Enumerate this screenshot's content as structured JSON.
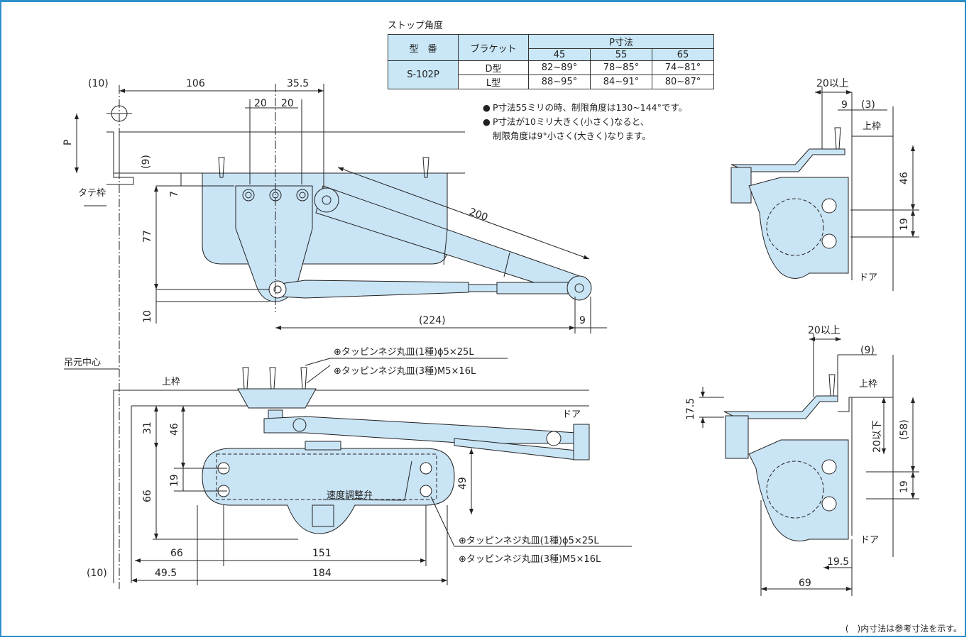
{
  "stop_angle_table": {
    "title": "ストップ角度",
    "col_model": "型　番",
    "col_bracket": "ブラケット",
    "col_p": "P寸法",
    "p_values": [
      "45",
      "55",
      "65"
    ],
    "model": "S-102P",
    "rows": [
      {
        "bracket": "D型",
        "values": [
          "82~89°",
          "78~85°",
          "74~81°"
        ]
      },
      {
        "bracket": "L型",
        "values": [
          "88~95°",
          "84~91°",
          "80~87°"
        ]
      }
    ]
  },
  "notes": [
    "P寸法55ミリの時、制限角度は130~144°です。",
    "P寸法が10ミリ大きく(小さく)なると、",
    "制限角度は9°小さく(大きく)なります。"
  ],
  "top_view": {
    "dims": {
      "d10": "(10)",
      "d106": "106",
      "d35_5": "35.5",
      "d20a": "20",
      "d20b": "20",
      "p": "P",
      "d9": "(9)",
      "d7": "7",
      "d77": "77",
      "d10b": "10",
      "d200": "200",
      "d224": "(224)",
      "d9b": "9"
    },
    "tate_waku": "タテ枠"
  },
  "plan_view": {
    "pivot_center": "吊元中心",
    "upper_frame": "上枠",
    "door": "ドア",
    "screw1": "⊕タッピンネジ丸皿(1種)ϕ5×25L",
    "screw2": "⊕タッピンネジ丸皿(3種)M5×16L",
    "speed_valve": "速度調整弁",
    "screw3": "⊕タッピンネジ丸皿(1種)ϕ5×25L",
    "screw4": "⊕タッピンネジ丸皿(3種)M5×16L",
    "dims": {
      "d31": "31",
      "d46": "46",
      "d66": "66",
      "d19": "19",
      "d49": "49",
      "d66b": "66",
      "d151": "151",
      "d10": "(10)",
      "d49_5": "49.5",
      "d184": "184"
    }
  },
  "side_view_d": {
    "d20up": "20以上",
    "d9": "9",
    "d3": "(3)",
    "upper_frame": "上枠",
    "d46": "46",
    "d19": "19",
    "door": "ドア"
  },
  "side_view_l": {
    "d20up": "20以上",
    "d9": "(9)",
    "upper_frame": "上枠",
    "d17_5": "17.5",
    "d20down": "20以下",
    "d58": "(58)",
    "d19": "19",
    "door": "ドア",
    "d19_5": "19.5",
    "d69": "69"
  },
  "footnote": "(　)内寸法は参考寸法を示す。",
  "colors": {
    "body_fill": "#c9e4f5",
    "frame_border": "#2f8fc9",
    "line": "#222222"
  }
}
